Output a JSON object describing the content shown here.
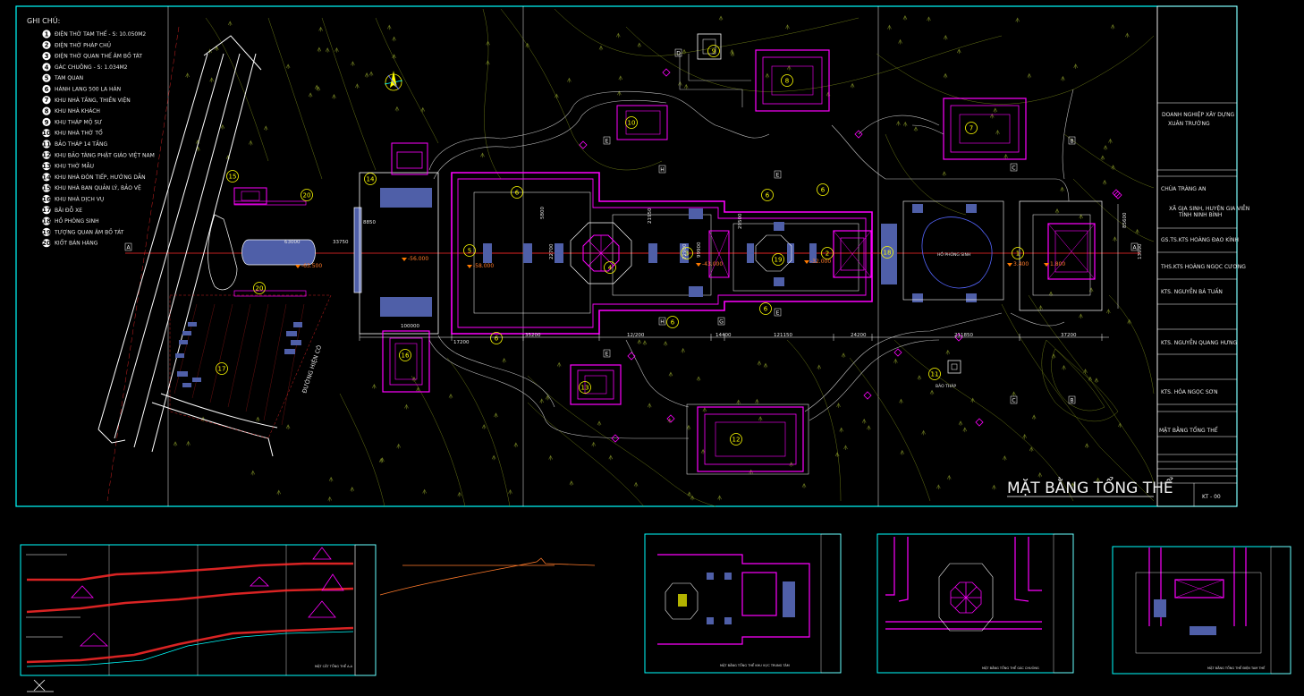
{
  "sheet": {
    "legend_title": "GHI CHÚ:",
    "legend": [
      {
        "n": "1",
        "text": "ĐIỆN THỜ TAM THẾ - S: 10.050M2"
      },
      {
        "n": "2",
        "text": "ĐIỆN THỜ PHÁP CHỦ"
      },
      {
        "n": "3",
        "text": "ĐIỆN THỜ QUAN THẾ ÂM BỒ TÁT"
      },
      {
        "n": "4",
        "text": "GÁC CHUÔNG - S: 1.034M2"
      },
      {
        "n": "5",
        "text": "TAM QUAN"
      },
      {
        "n": "6",
        "text": "HÀNH LANG 500 LA HÁN"
      },
      {
        "n": "7",
        "text": "KHU NHÀ TĂNG, THIỀN VIỆN"
      },
      {
        "n": "8",
        "text": "KHU NHÀ KHÁCH"
      },
      {
        "n": "9",
        "text": "KHU THÁP MỘ SƯ"
      },
      {
        "n": "10",
        "text": "KHU NHÀ THỜ TỔ"
      },
      {
        "n": "11",
        "text": "BẢO THÁP 14 TẦNG"
      },
      {
        "n": "12",
        "text": "KHU BẢO TÀNG PHẬT GIÁO VIỆT NAM"
      },
      {
        "n": "13",
        "text": "KHU THỜ MẪU"
      },
      {
        "n": "14",
        "text": "KHU NHÀ ĐÓN TIẾP, HƯỚNG DẪN"
      },
      {
        "n": "15",
        "text": "KHU NHÀ BAN QUẢN LÝ, BẢO VỆ"
      },
      {
        "n": "16",
        "text": "KHU NHÀ DỊCH VỤ"
      },
      {
        "n": "17",
        "text": "BÃI ĐỖ XE"
      },
      {
        "n": "18",
        "text": "HỒ PHÓNG SINH"
      },
      {
        "n": "19",
        "text": "TƯỢNG QUAN ÂM BỒ TÁT"
      },
      {
        "n": "20",
        "text": "KIỐT BÁN HÀNG"
      }
    ],
    "title_block": {
      "company_small": "DOANH NGHIỆP XÂY DỰNG",
      "company": "XUÂN TRƯỜNG",
      "project": "CHÙA TRÀNG AN",
      "location": "XÃ GIA SINH, HUYỆN GIA VIỄN",
      "province": "TỈNH NINH BÌNH",
      "role1": "GS.TS.KTS HOÀNG ĐẠO KÍNH",
      "role2": "THS.KTS HOÀNG NGỌC CƯƠNG",
      "role3": "KTS. NGUYỄN BÁ TUẤN",
      "role4": "KTS. NGUYỄN QUANG HƯNG",
      "role5": "KTS. HÓA NGỌC SƠN",
      "drawing_name": "MẶT BẰNG TỔNG THỂ",
      "sheet_no": "KT - 00"
    },
    "main_title": "MẶT BẰNG TỔNG THỂ",
    "road_label": "ĐƯỜNG HIỆN CÓ",
    "tower_label": "BẢO THÁP",
    "lake_label": "HỒ PHÓNG SINH",
    "section_marks": [
      "A",
      "A",
      "B",
      "B",
      "C",
      "C",
      "D",
      "E",
      "E",
      "E",
      "E",
      "G",
      "H",
      "H"
    ],
    "elevations": [
      "-56.000",
      "-58.000",
      "-63.500",
      "-43.000",
      "-32.000",
      "3.400",
      "1.800"
    ],
    "dims": [
      "63000",
      "33750",
      "8850",
      "100000",
      "17200",
      "35200",
      "12/200",
      "14400",
      "121150",
      "24200",
      "211850",
      "37200",
      "85600",
      "13990",
      "5800",
      "22700",
      "21950",
      "29500",
      "99900",
      "72900"
    ],
    "sub_sheets": [
      {
        "title": "MẶT CẮT TỔNG THỂ A-A"
      },
      {
        "title": "MẶT BẰNG TỔNG THỂ KHU VỰC TRUNG TÂM"
      },
      {
        "title": "MẶT BẰNG TỔNG THỂ GÁC CHUÔNG"
      },
      {
        "title": "MẶT BẰNG TỔNG THỂ ĐIỆN TAM THẾ"
      }
    ]
  },
  "colors": {
    "frame": "#00ffff",
    "magenta": "#ff00ff",
    "contour": "#7a8a1a",
    "axis": "#ff2a2a",
    "hatch": "#4f5fa8",
    "white": "#ffffff",
    "yellow": "#ffff00"
  }
}
